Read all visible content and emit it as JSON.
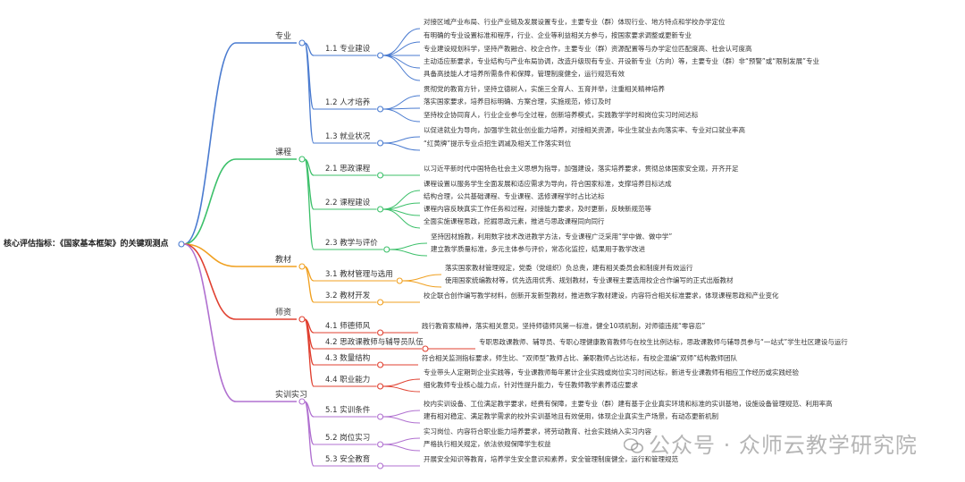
{
  "root": "核心评估指标：《国家基本框架》的关键观测点",
  "colors": {
    "专业": "#4a7bd0",
    "课程": "#3cc06a",
    "教材": "#f0a020",
    "师资": "#e04030",
    "实训实习": "#b070d0"
  },
  "categories": [
    {
      "label": "专业",
      "subs": [
        {
          "label": "1.1 专业建设",
          "leaves": [
            "对接区域产业布局、行业产业链及发展设置专业，主要专业（群）体现行业、地方特点和学校办学定位",
            "有明确的专业设置标准和程序，行业、企业等利益相关方参与，按国家要求调整或更新专业",
            "专业建设规划科学，坚持产教融合、校企合作，主要专业（群）资源配置等与办学定位匹配度高、社会认可度高",
            "主动适应新要求，专业结构与产业布局协调，改造升级现有专业、开设新专业（方向）等，主要专业（群）非“预警”或“限制发展”专业",
            "具备高技能人才培养所需条件和保障，管理制度健全，运行规范有效"
          ]
        },
        {
          "label": "1.2 人才培养",
          "leaves": [
            "贯彻党的教育方针，坚持立德树人，实施三全育人、五育并举，注重相关精神培养",
            "落实国家要求，培养目标明确、方案合理，实施规范，修订及时",
            "坚持校企协同育人，行业企业参与全过程，创新培养模式，实践教学学时和岗位实习时间达标"
          ]
        },
        {
          "label": "1.3 就业状况",
          "leaves": [
            "以促进就业为导向，加强学生就业创业能力培养，对接相关资源，毕业生就业去向落实率、专业对口就业率高",
            "“红黄牌”提示专业点招生调减及相关工作落实到位"
          ]
        }
      ]
    },
    {
      "label": "课程",
      "subs": [
        {
          "label": "2.1 思政课程",
          "leaves": [
            "以习近平新时代中国特色社会主义思想为指导，加强建设，落实培养要求，贯彻总体国家安全观，开齐开足"
          ]
        },
        {
          "label": "2.2 课程建设",
          "leaves": [
            "课程设置以服务学生全面发展和适应需求为导向，符合国家标准，支撑培养目标达成",
            "结构合理，公共基础课程、专业课程、选修课程学时占比达标",
            "课程内容反映真实工作任务和过程，对接能力要求，及时更新，反映新规范等",
            "全面实施课程思政，挖掘思政元素，推进与思政课程同向同行"
          ]
        },
        {
          "label": "2.3 教学与评价",
          "leaves": [
            "坚持因材施教，利用数字技术改进教学方法，专业课程广泛采用“学中做、做中学”",
            "建立教学质量标准，多元主体参与评价，常态化监控，结果用于教学改进"
          ]
        }
      ]
    },
    {
      "label": "教材",
      "subs": [
        {
          "label": "3.1 教材管理与选用",
          "leaves": [
            "落实国家教材管理规定，党委（党组织）负总责，建有相关委员会和制度并有效运行",
            "使用国家统编教材等，优先选用优秀、规划教材，专业课程主要选用校企合作编写的正式出版教材"
          ]
        },
        {
          "label": "3.2 教材开发",
          "leaves": [
            "校企联合创作编写教学材料，创新开发新型教材，推进数字教材建设，内容符合相关标准要求，体现课程思政和产业变化"
          ]
        }
      ]
    },
    {
      "label": "师资",
      "subs": [
        {
          "label": "4.1 师德师风",
          "leaves": [
            "践行教育家精神，落实相关意见，坚持师德师风第一标准，健全10项机制，对师德违规“零容忍”"
          ]
        },
        {
          "label": "4.2 思政课教师与辅导员队伍",
          "leaves": [
            "专职思政课教师、辅导员、专职心理健康教育教师与在校生比例达标，思政课教师与辅导员参与“一站式”学生社区建设与运行"
          ]
        },
        {
          "label": "4.3 数量结构",
          "leaves": [
            "符合相关监测指标要求，师生比、“双师型”教师占比、兼职教师占比达标，有校企混编“双师”结构教师团队"
          ]
        },
        {
          "label": "4.4 职业能力",
          "leaves": [
            "专业带头人定期到企业实践等，专业课教师每年累计企业实践或岗位实习时间达标，新进专业课教师有相应工作经历或实践经验",
            "细化教师专业核心能力点，针对性提升能力，专任教师教学素养适应要求"
          ]
        }
      ]
    },
    {
      "label": "实训实习",
      "subs": [
        {
          "label": "5.1 实训条件",
          "leaves": [
            "校内实训设备、工位满足教学要求，经费有保障，主要专业（群）建有基于企业真实环境和标准的实训基地，设施设备管理规范、利用率高",
            "建有相对稳定、满足教学需求的校外实训基地且有效使用，体现企业真实生产场景，有动态更新机制"
          ]
        },
        {
          "label": "5.2 岗位实习",
          "leaves": [
            "实习岗位、内容符合职业能力培养要求，将劳动教育、社会实践纳入实习内容",
            "严格执行相关规定，依法依规保障学生权益"
          ]
        },
        {
          "label": "5.3 安全教育",
          "leaves": [
            "开展安全知识等教育，培养学生安全意识和素养，安全管理制度健全，运行和管理规范"
          ]
        }
      ]
    }
  ],
  "watermark": "公众号 · 众师云教学研究院"
}
